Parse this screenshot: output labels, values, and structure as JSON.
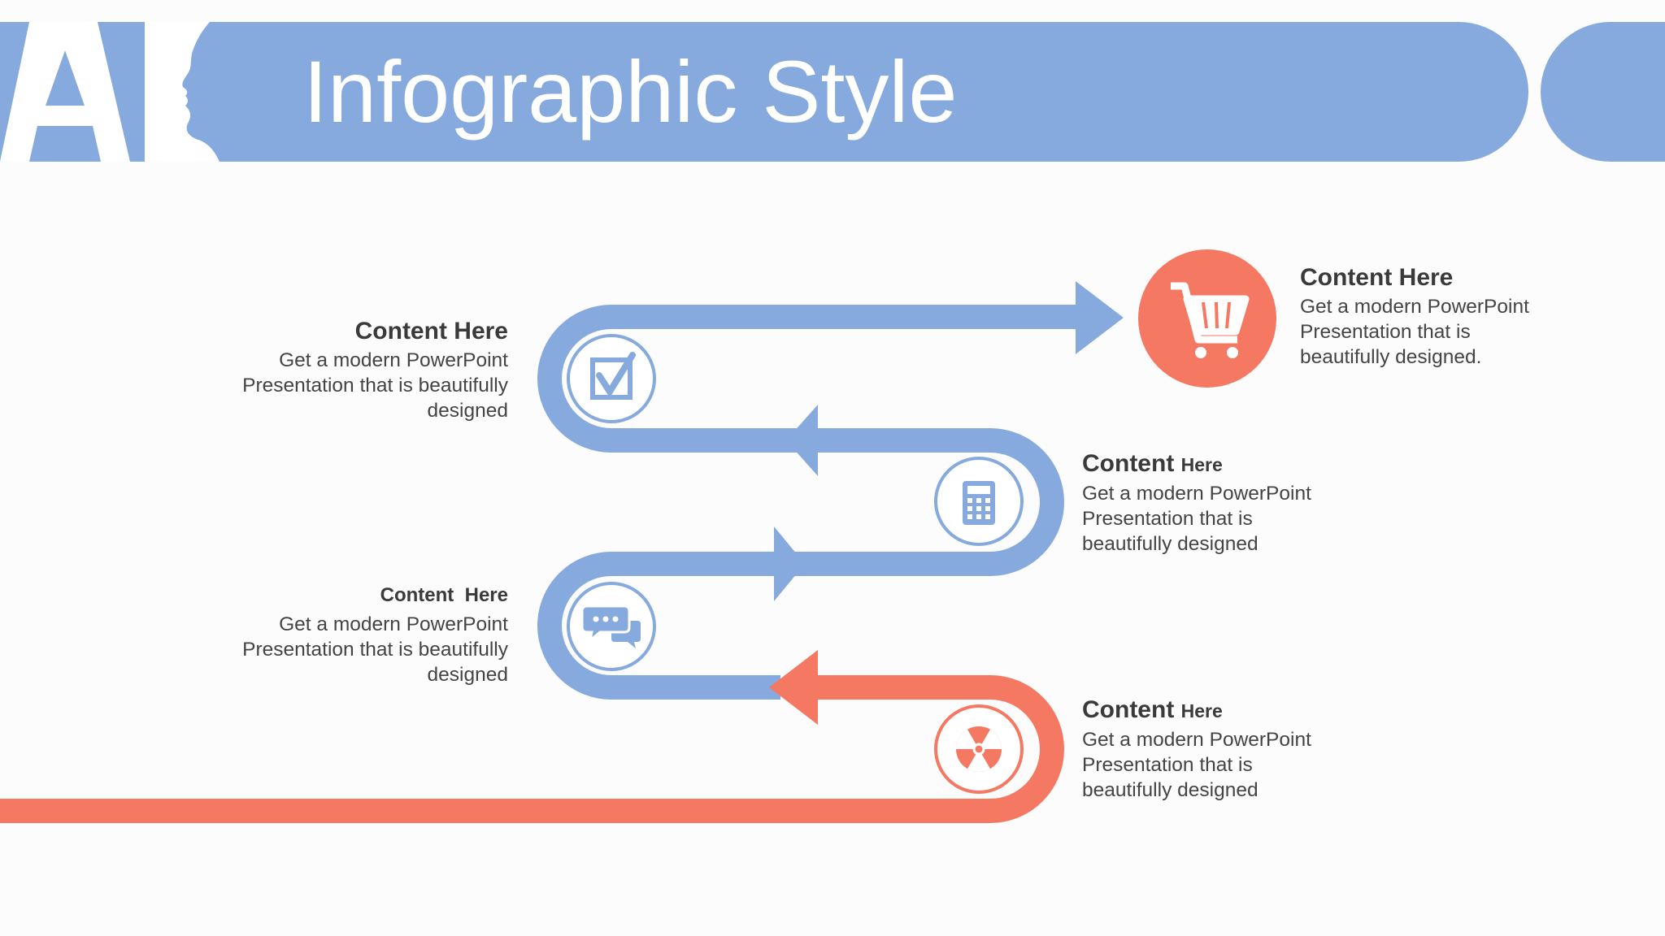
{
  "slide": {
    "title": "Infographic Style",
    "logo_text": "AI"
  },
  "colors": {
    "blue": "#86aade",
    "coral": "#f47862",
    "banner": "#86aade",
    "background": "#fcfcfc",
    "text": "#3a3a3a"
  },
  "steps": [
    {
      "heading": "Content",
      "heading_tail": "Here",
      "lines": [
        "Get a modern PowerPoint",
        "Presentation that is",
        "beautifully designed."
      ],
      "icon": "cart-icon"
    },
    {
      "heading": "Content",
      "heading_tail": "Here",
      "lines": [
        "Get a modern PowerPoint",
        "Presentation that is beautifully",
        "designed"
      ],
      "icon": "checkbox-icon"
    },
    {
      "heading": "Content",
      "heading_tail": "Here",
      "lines": [
        "Get a modern PowerPoint",
        "Presentation that is",
        "beautifully designed"
      ],
      "icon": "calculator-icon"
    },
    {
      "heading": "Content",
      "heading_tail": "Here",
      "lines": [
        "Get a modern PowerPoint",
        "Presentation that is beautifully",
        "designed"
      ],
      "icon": "chat-bubbles-icon"
    },
    {
      "heading": "Content",
      "heading_tail": "Here",
      "lines": [
        "Get a modern PowerPoint",
        "Presentation that is",
        "beautifully designed"
      ],
      "icon": "radiation-icon"
    }
  ]
}
